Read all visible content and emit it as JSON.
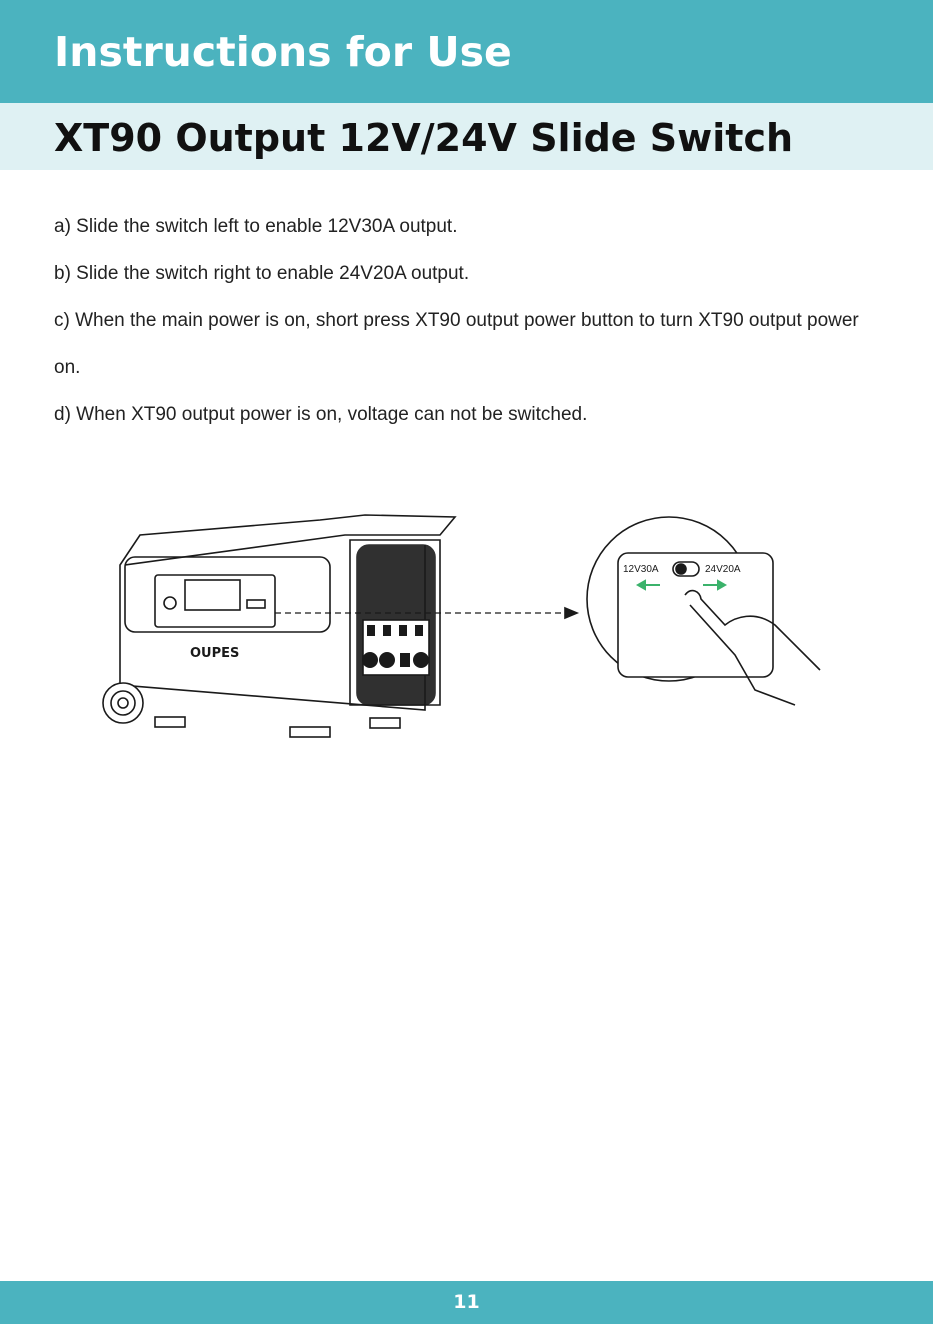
{
  "header": {
    "title": "Instructions for Use"
  },
  "section": {
    "title": "XT90 Output 12V/24V Slide Switch"
  },
  "steps": [
    "a) Slide the switch left to enable 12V30A output.",
    "b)  Slide the switch right to enable 24V20A output.",
    "c) When the main power is on, short press XT90 output power button to turn XT90 output power on.",
    "d)  When XT90 output power is on, voltage can not be switched."
  ],
  "illustration": {
    "brand_logo": "OUPES",
    "switch_left_label": "12V30A",
    "switch_right_label": "24V20A",
    "arrow_left_color": "#3bb26b",
    "arrow_right_color": "#3bb26b"
  },
  "footer": {
    "page_number": "11"
  },
  "colors": {
    "accent": "#4bb3bf",
    "accent_light": "#dff1f3"
  }
}
